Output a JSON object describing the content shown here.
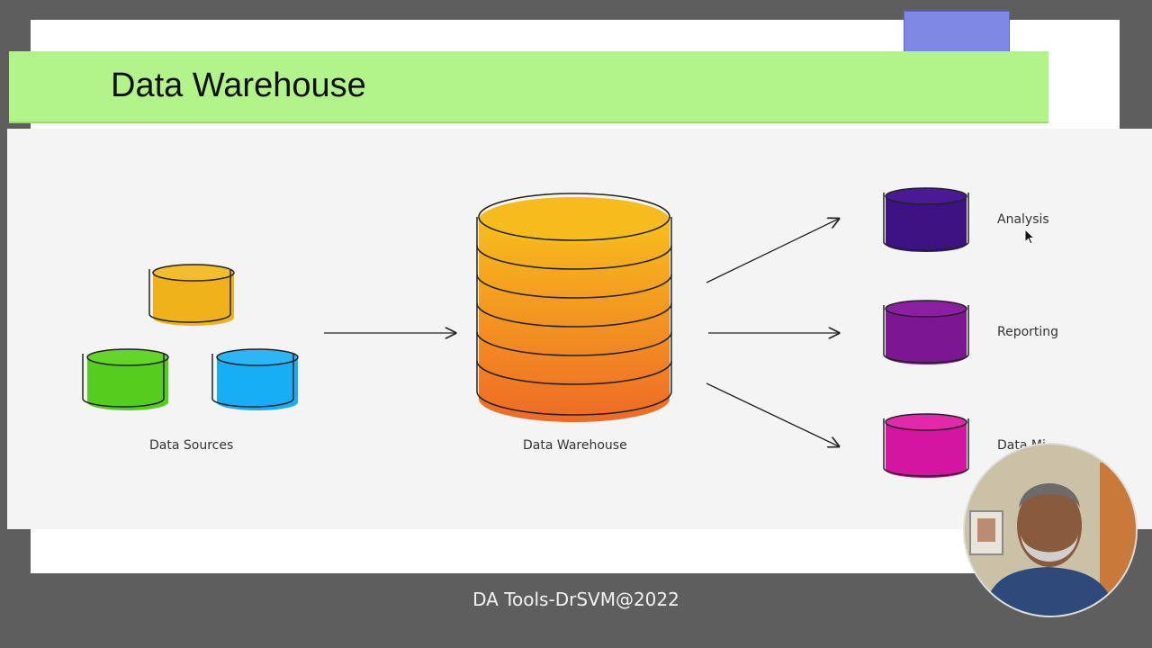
{
  "slide": {
    "title": "Data Warehouse",
    "footer": "DA Tools-DrSVM@2022"
  },
  "diagram": {
    "sources_label": "Data Sources",
    "warehouse_label": "Data Warehouse",
    "outputs": [
      {
        "label": "Analysis",
        "color": "#3d1283"
      },
      {
        "label": "Reporting",
        "color": "#7d1692"
      },
      {
        "label": "Data Mi",
        "color": "#d4159f"
      }
    ],
    "source_colors": [
      "#f0b21b",
      "#55cc1e",
      "#18aef5"
    ],
    "warehouse_gradient": [
      "#f7bd1c",
      "#ee6a26"
    ]
  },
  "colors": {
    "title_bar": "#b3f48a",
    "accent_block": "#7f88e4",
    "background": "#5e5e5e"
  },
  "icons": [
    "cursor-arrow-icon",
    "presenter-webcam"
  ]
}
